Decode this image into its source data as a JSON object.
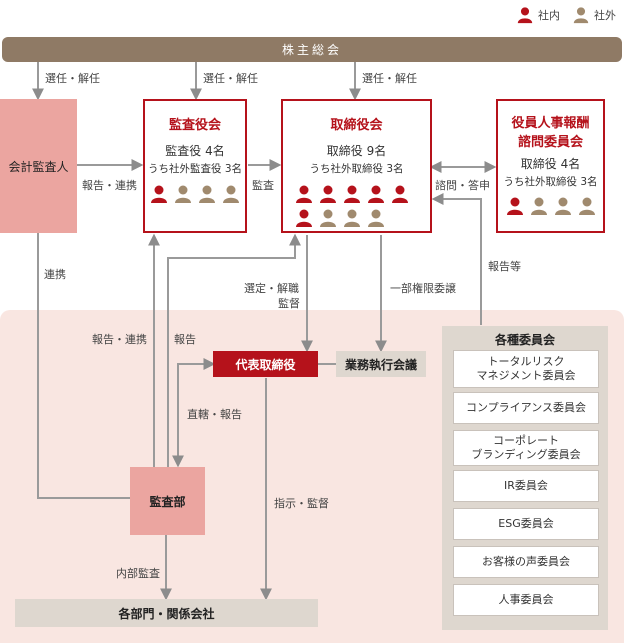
{
  "legend": {
    "inside": "社内",
    "outside": "社外"
  },
  "colors": {
    "inside": "#b5121b",
    "outside": "#a08a6e",
    "accent": "#b5121b"
  },
  "shareholders": "株主総会",
  "election_labels": [
    "選任・解任",
    "選任・解任",
    "選任・解任"
  ],
  "auditor": "会計監査人",
  "audit_board": {
    "title": "監査役会",
    "line1": "監査役 4名",
    "line2": "うち社外監査役 3名",
    "members": [
      "inside",
      "outside",
      "outside",
      "outside"
    ]
  },
  "board": {
    "title": "取締役会",
    "line1": "取締役 9名",
    "line2": "うち社外取締役 3名",
    "members": [
      "inside",
      "inside",
      "inside",
      "inside",
      "inside",
      "inside",
      "outside",
      "outside",
      "outside"
    ]
  },
  "nomination": {
    "title_line1": "役員人事報酬",
    "title_line2": "諮問委員会",
    "line1": "取締役 4名",
    "line2": "うち社外取締役 3名",
    "members": [
      "inside",
      "outside",
      "outside",
      "outside"
    ]
  },
  "arrows": {
    "report_coop": "報告・連携",
    "audit": "監査",
    "consult": "諮問・答申",
    "coop": "連携",
    "report_etc": "報告等",
    "appoint_line1": "選定・解職",
    "appoint_line2": "監督",
    "delegation": "一部権限委譲",
    "report_coop2": "報告・連携",
    "report": "報告",
    "direct_report": "直轄・報告",
    "instruct": "指示・監督",
    "internal_audit": "内部監査"
  },
  "ceo": "代表取締役",
  "exec_meeting": "業務執行会議",
  "committees": {
    "title": "各種委員会",
    "items": [
      "トータルリスク\nマネジメント委員会",
      "コンプライアンス委員会",
      "コーポレート\nブランディング委員会",
      "IR委員会",
      "ESG委員会",
      "お客様の声委員会",
      "人事委員会"
    ]
  },
  "audit_dept": "監査部",
  "departments": "各部門・関係会社"
}
